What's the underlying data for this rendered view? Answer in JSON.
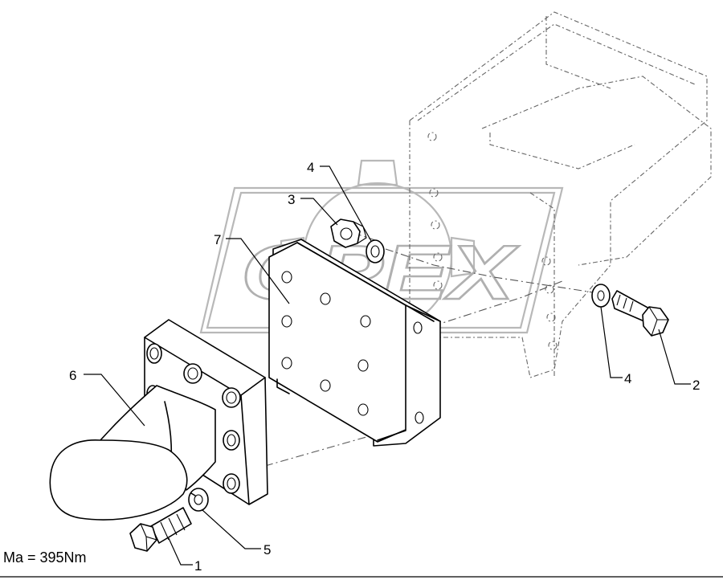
{
  "callouts": {
    "p1": "1",
    "p2": "2",
    "p3": "3",
    "p4a": "4",
    "p4b": "4",
    "p5": "5",
    "p6": "6",
    "p7": "7"
  },
  "torque_note": "Ma = 395Nm",
  "watermark": {
    "text": "OPEX"
  }
}
